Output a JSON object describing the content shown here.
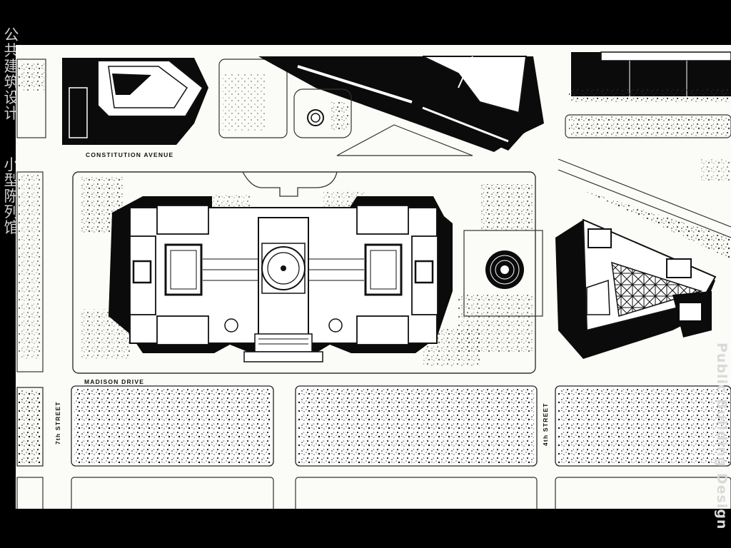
{
  "title_cn_line1": [
    "公",
    "共",
    "建",
    "筑",
    "设",
    "计"
  ],
  "title_cn_line2": [
    "小",
    "型",
    "陈",
    "列",
    "馆"
  ],
  "title_en": "Public Building Design",
  "streets": {
    "constitution": "CONSTITUTION AVENUE",
    "madison": "MADISON DRIVE",
    "seventh": "7th STREET",
    "fourth": "4th STREET"
  },
  "colors": {
    "background": "#000000",
    "paper": "#fbfbf7",
    "ink": "#0b0b0b",
    "title_text": "#cfcfcf"
  }
}
